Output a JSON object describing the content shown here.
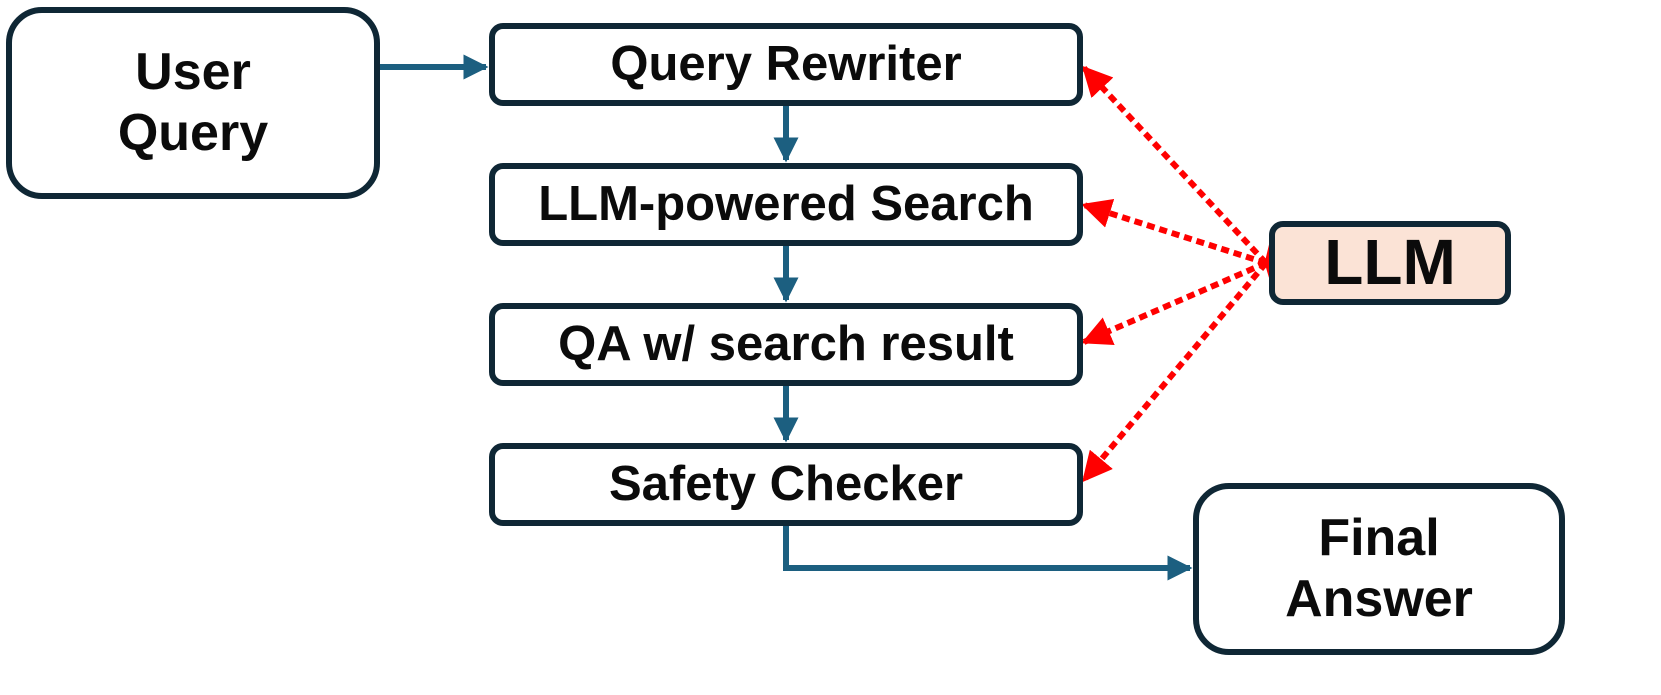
{
  "diagram": {
    "nodes": {
      "user_query": "User\nQuery",
      "query_rewriter": "Query Rewriter",
      "llm_search": "LLM-powered Search",
      "qa": "QA w/ search result",
      "safety_checker": "Safety Checker",
      "llm": "LLM",
      "final_answer": "Final\nAnswer"
    },
    "colors": {
      "node_border": "#0f2735",
      "flow_arrow": "#1c5f80",
      "llm_link": "#ff0000",
      "llm_fill": "#fbe3d6"
    }
  }
}
